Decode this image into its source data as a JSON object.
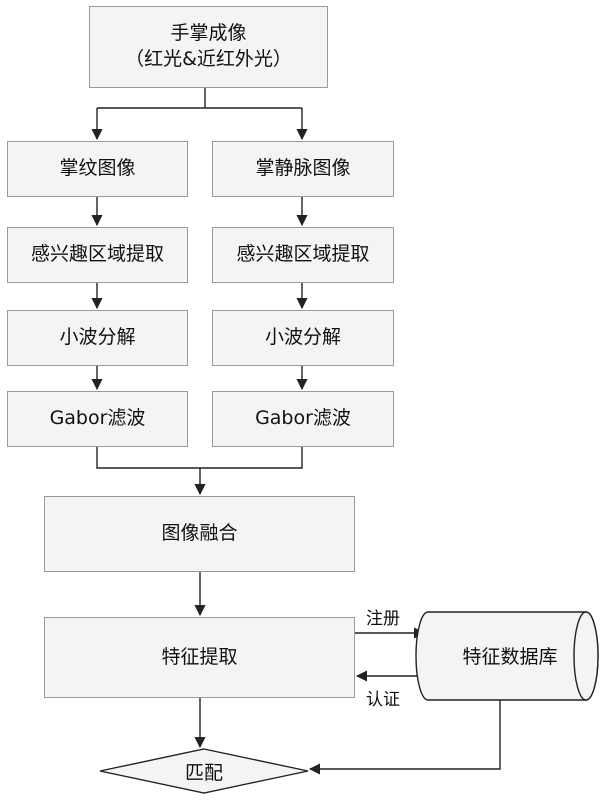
{
  "top": {
    "line1": "手掌成像",
    "line2": "（红光&近红外光）"
  },
  "left": {
    "palmprint": "掌纹图像",
    "roi": "感兴趣区域提取",
    "wavelet": "小波分解",
    "gabor": "Gabor滤波"
  },
  "right": {
    "palmvein": "掌静脉图像",
    "roi": "感兴趣区域提取",
    "wavelet": "小波分解",
    "gabor": "Gabor滤波"
  },
  "fusion": "图像融合",
  "feature_extraction": "特征提取",
  "database": "特征数据库",
  "register_label": "注册",
  "authenticate_label": "认证",
  "match": "匹配"
}
